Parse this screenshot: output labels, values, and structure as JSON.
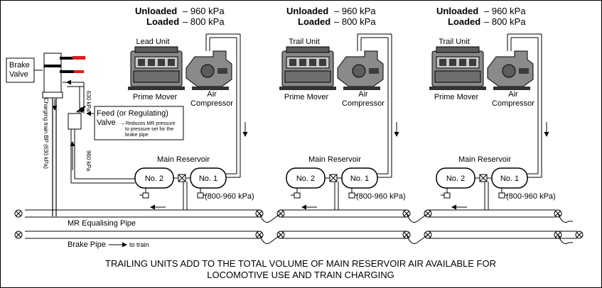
{
  "units": [
    {
      "unit_label": "Lead Unit",
      "unloaded_label": "Unloaded",
      "unloaded_value": " – 960 kPa",
      "loaded_label": "Loaded",
      "loaded_value": " – 800 kPa",
      "prime_mover": "Prime Mover",
      "compressor_line1": "Air",
      "compressor_line2": "Compressor",
      "main_reservoir": "Main Reservoir",
      "reservoir_2": "No. 2",
      "reservoir_1": "No. 1",
      "pressure_range": "(800-960 kPa)"
    },
    {
      "unit_label": "Trail Unit",
      "unloaded_label": "Unloaded",
      "unloaded_value": " – 960 kPa",
      "loaded_label": "Loaded",
      "loaded_value": " – 800 kPa",
      "prime_mover": "Prime Mover",
      "compressor_line1": "Air",
      "compressor_line2": "Compressor",
      "main_reservoir": "Main Reservoir",
      "reservoir_2": "No. 2",
      "reservoir_1": "No. 1",
      "pressure_range": "(800-960 kPa)"
    },
    {
      "unit_label": "Trail Unit",
      "unloaded_label": "Unloaded",
      "unloaded_value": " – 960 kPa",
      "loaded_label": "Loaded",
      "loaded_value": " – 800 kPa",
      "prime_mover": "Prime Mover",
      "compressor_line1": "Air",
      "compressor_line2": "Compressor",
      "main_reservoir": "Main Reservoir",
      "reservoir_2": "No. 2",
      "reservoir_1": "No. 1",
      "pressure_range": "(800-960 kPa)"
    }
  ],
  "brake_valve": {
    "line1": "Brake",
    "line2": "Valve"
  },
  "feed_valve": {
    "title1": "Feed (or Regulating)",
    "title2": "Valve",
    "note1": "– Reduces MR pressure",
    "note2": "to pressure set for the",
    "note3": "brake pipe"
  },
  "pipe_labels": {
    "charging": "Charging train BP (630 kPa)",
    "kpa_630": "630 kPa",
    "kpa_960": "960 kPa",
    "mr_equalising": "MR Equalising Pipe",
    "brake_pipe": "Brake Pipe",
    "to_train": "to train"
  },
  "caption": {
    "line1": "TRAILING UNITS ADD TO THE TOTAL VOLUME OF MAIN RESERVOIR AIR AVAILABLE FOR",
    "line2": "LOCOMOTIVE USE AND TRAIN CHARGING"
  },
  "colors": {
    "handle": "#e01b1b",
    "line": "#000000",
    "engine": "#8a8a8a"
  }
}
